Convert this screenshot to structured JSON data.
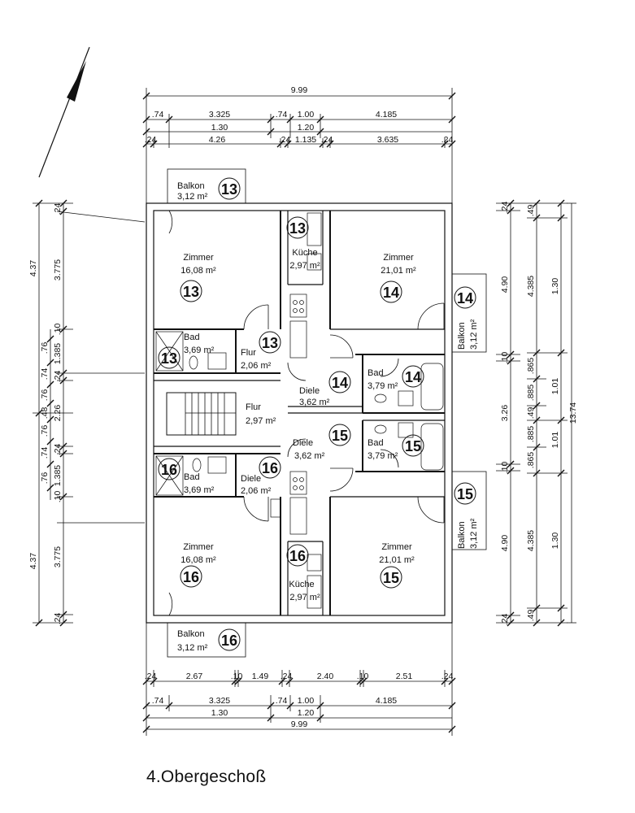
{
  "title": "4.Obergeschoß",
  "units": {
    "u13": "13",
    "u14": "14",
    "u15": "15",
    "u16": "16"
  },
  "rooms": {
    "zimmer": "Zimmer",
    "kueche": "Küche",
    "bad": "Bad",
    "flur": "Flur",
    "diele": "Diele",
    "balkon": "Balkon",
    "area_zimmer_13": "16,08 m²",
    "area_kueche_13": "2,97 m²",
    "area_zimmer_14": "21,01 m²",
    "area_bad_13": "3,69 m²",
    "area_flur_13": "2,06 m²",
    "area_diele_14": "3,62 m²",
    "area_bad_14": "3,79 m²",
    "area_flur_stair": "2,97 m²",
    "area_diele_15": "3,62 m²",
    "area_bad_15": "3,79 m²",
    "area_bad_16": "3,69 m²",
    "area_diele_16": "2,06 m²",
    "area_zimmer_16": "16,08 m²",
    "area_zimmer_15": "21,01 m²",
    "area_kueche_16": "2,97 m²",
    "area_balkon": "3,12 m²"
  },
  "dims_top": {
    "total": "9.99",
    "r1": [
      ".74",
      "3.325",
      ".74",
      "1.00",
      "4.185"
    ],
    "r2": [
      "1.30",
      "1.20"
    ],
    "r3": [
      ".24",
      "4.26",
      ".24",
      "1.135",
      ".24",
      "3.635",
      ".24"
    ]
  },
  "dims_bottom": {
    "r1": [
      ".24",
      "2.67",
      ".10",
      "1.49",
      ".24",
      "2.40",
      ".10",
      "2.51",
      ".24"
    ],
    "r2": [
      ".74",
      "3.325",
      ".74",
      "1.00",
      "4.185"
    ],
    "r3": [
      "1.30",
      "1.20"
    ],
    "total": "9.99"
  },
  "dims_left": {
    "outer": [
      "4.37",
      "4.37"
    ],
    "mid": [
      ".24",
      "3.775",
      ".10",
      "1.385",
      ".24",
      "2.26",
      ".24",
      "1.385",
      ".10",
      "3.775",
      ".24"
    ],
    "inner": [
      ".76",
      ".74",
      ".76",
      ".48",
      ".76",
      ".74",
      ".76"
    ]
  },
  "dims_right": {
    "a": [
      ".24",
      "4.90",
      ".10",
      "3.26",
      ".10",
      "4.90",
      ".24"
    ],
    "b": [
      ".49",
      "4.385",
      ".865",
      ".885",
      ".49",
      ".885",
      ".865",
      "4.385",
      ".49"
    ],
    "c": [
      "1.30",
      "1.01",
      "1.01",
      "1.30"
    ],
    "total": "13.74"
  }
}
